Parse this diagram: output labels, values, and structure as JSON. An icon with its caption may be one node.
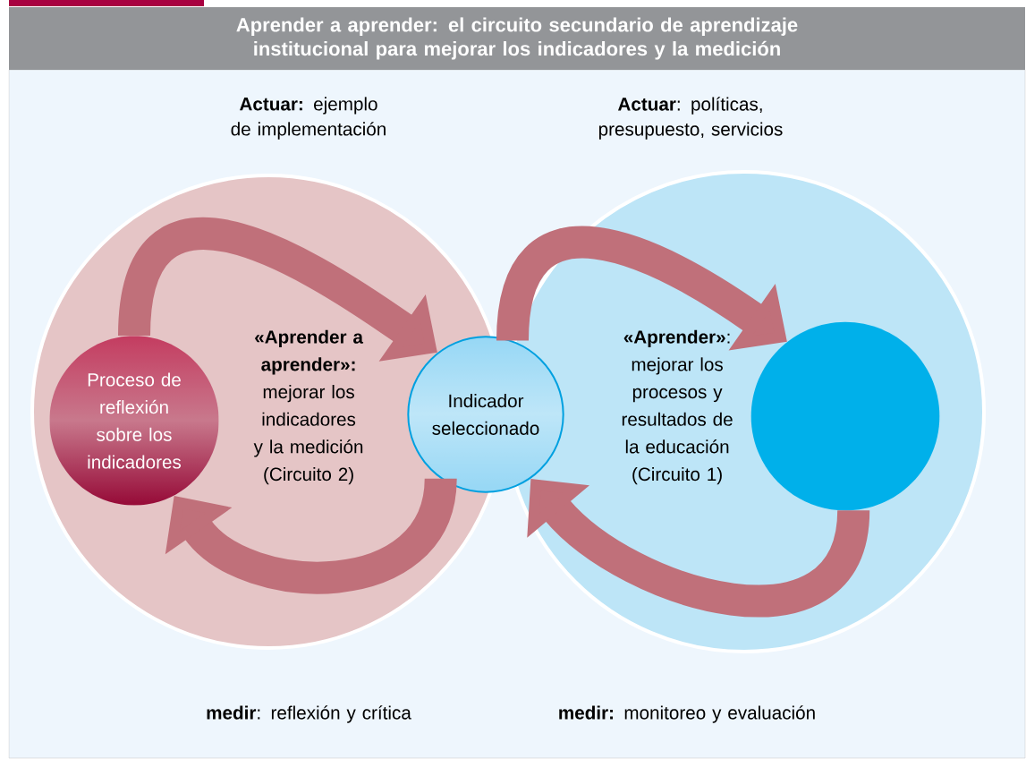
{
  "diagram": {
    "title": "Aprender a aprender: el circuito secundario de aprendizaje institucional para mejorar los indicadores y la medición",
    "nodes": [
      {
        "text": [
          "**«Aprender a aprender»:** mejorar los indicadores y la medición (Circuito 2)"
        ]
      },
      {
        "text": [
          "**«Aprender»**: mejorar los procesos y resultados de la educación (Circuito 1)"
        ]
      },
      {
        "text": [
          "Proceso de reflexión sobre los indicadores"
        ],
        "in": 0
      },
      {
        "text": [
          "Indicador seleccionado"
        ]
      },
      {
        "text": [],
        "shape": "circle",
        "in": 1
      }
    ],
    "edges": [
      {
        "from": 2,
        "to": 3,
        "arrow": "to"
      },
      {
        "from": 3,
        "to": 2,
        "arrow": "to"
      },
      {
        "from": 3,
        "to": 4,
        "arrow": "to"
      },
      {
        "from": 4,
        "to": 3,
        "arrow": "to"
      }
    ],
    "labels": [
      "**Actuar:** ejemplo de implementación",
      "**Actuar**: políticas, presupuesto, servicios",
      "**medir**: reflexión y crítica",
      "**medir:** monitoreo y evaluación"
    ]
  }
}
